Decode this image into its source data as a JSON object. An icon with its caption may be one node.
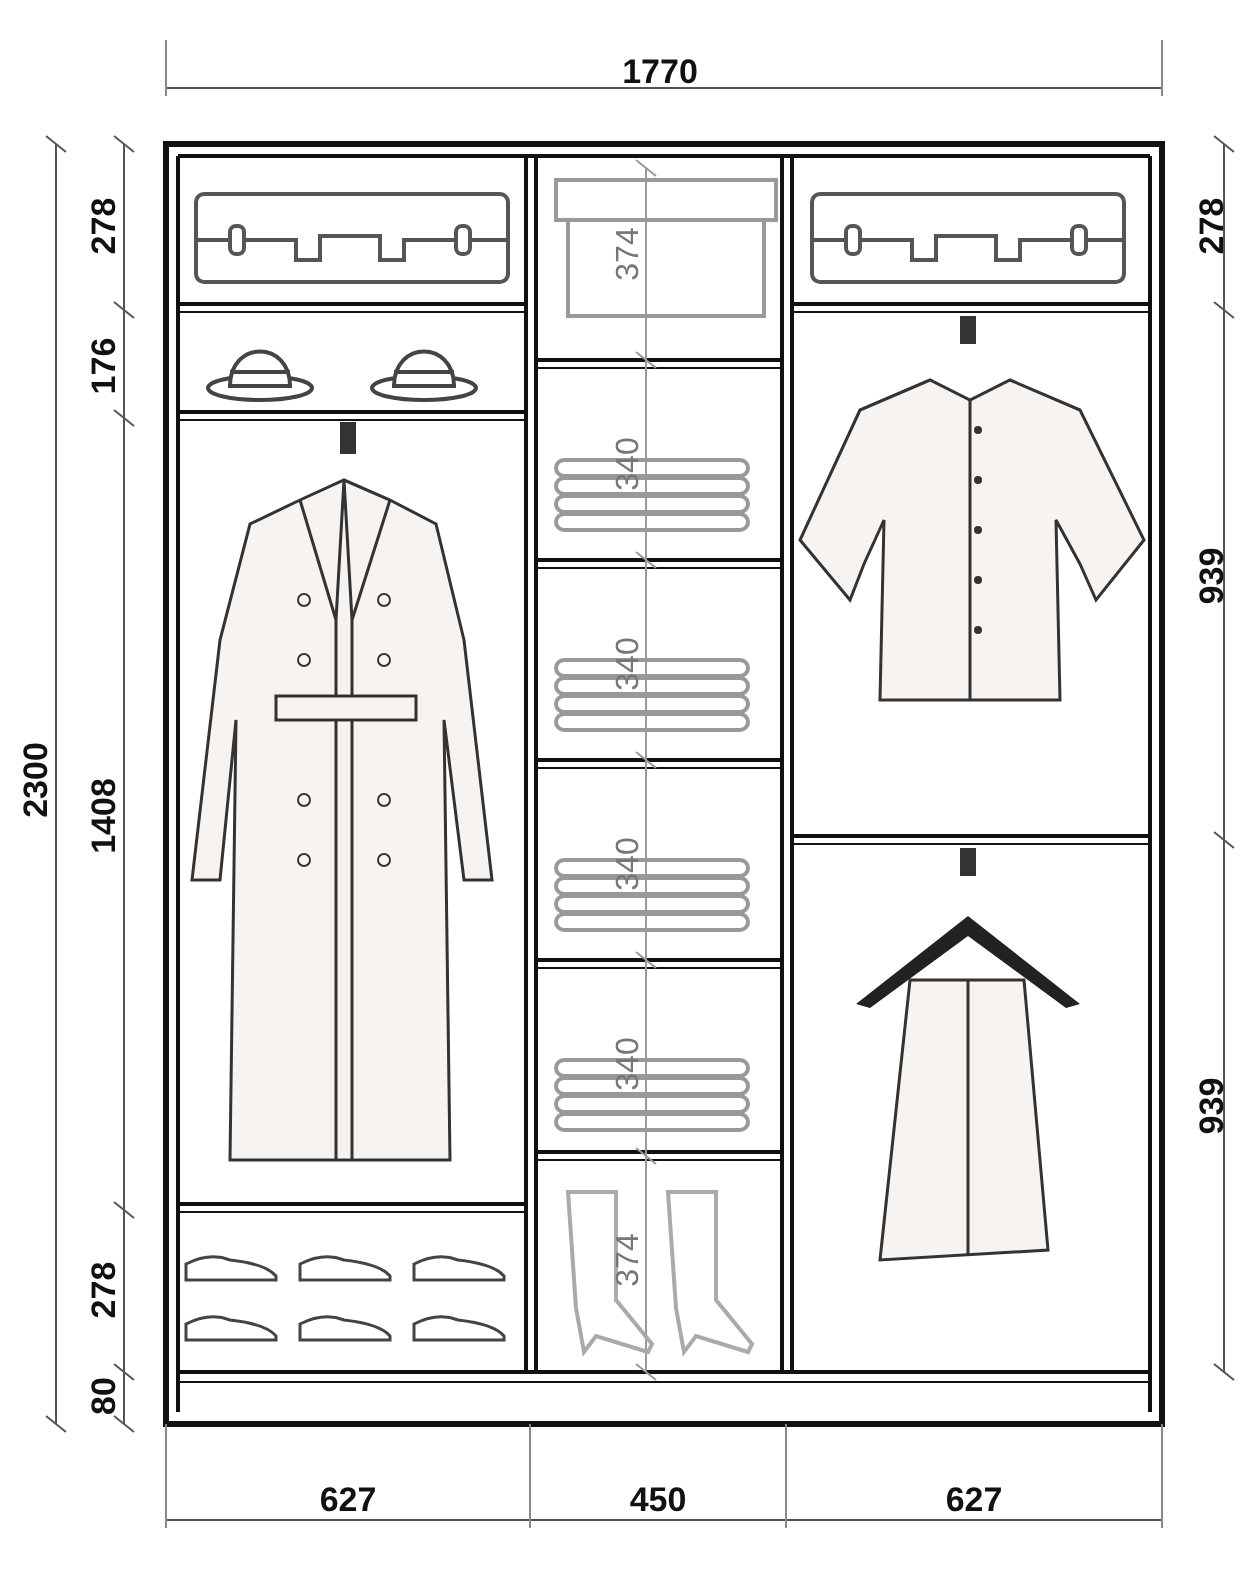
{
  "diagram": {
    "labels": [
      "1770",
      "278",
      "176",
      "1408",
      "278",
      "80",
      "2300",
      "374",
      "340",
      "340",
      "340",
      "340",
      "374",
      "278",
      "939",
      "939",
      "627",
      "450",
      "627"
    ]
  }
}
